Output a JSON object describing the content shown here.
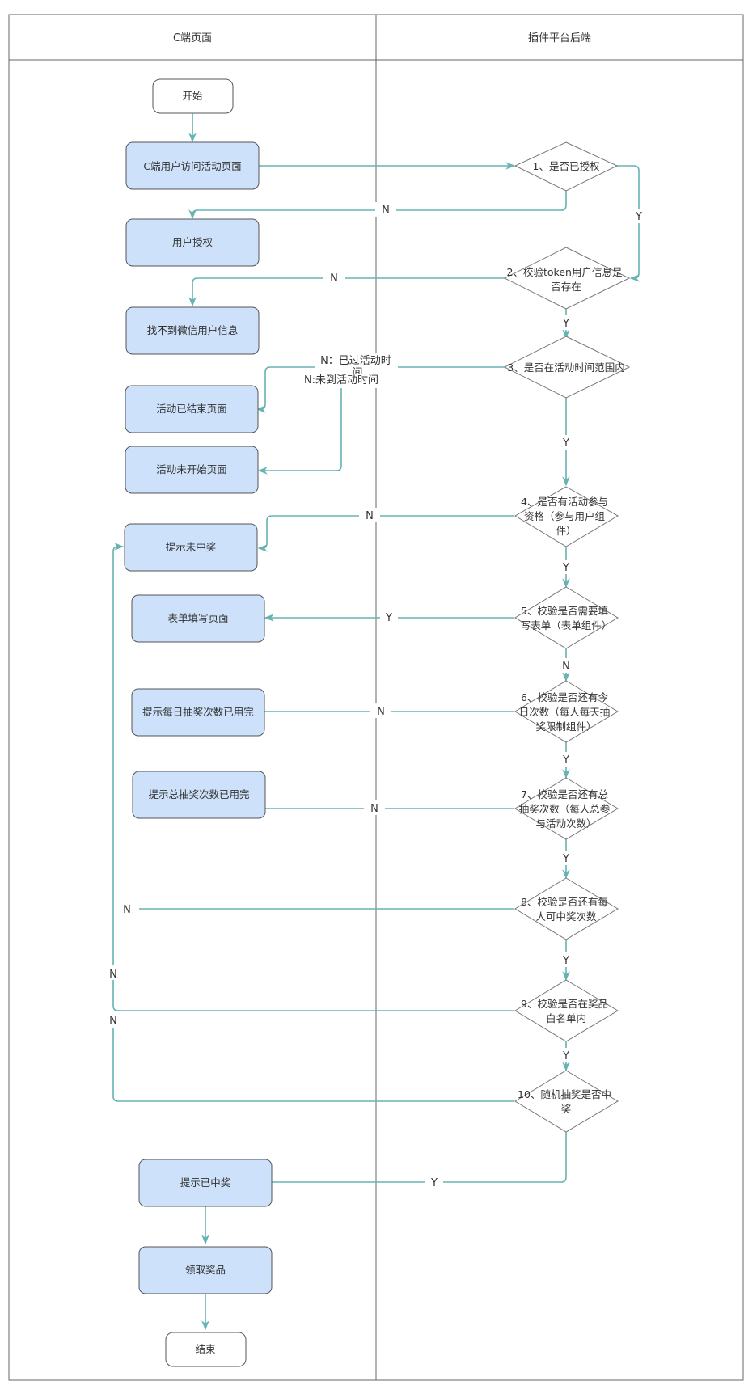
{
  "colors": {
    "flow": "#66b3b3",
    "node_fill": "#cde1fa",
    "node_stroke": "#555555",
    "lane_stroke": "#666666",
    "text": "#333333"
  },
  "lanes": {
    "left": "C端页面",
    "right": "插件平台后端"
  },
  "nodes": {
    "start": "开始",
    "visit": "C端用户访问活动页面",
    "user_auth": "用户授权",
    "no_wechat_user": "找不到微信用户信息",
    "ended_page": "活动已结束页面",
    "not_started_page": "活动未开始页面",
    "no_prize": "提示未中奖",
    "form_page": "表单填写页面",
    "daily_used_up": "提示每日抽奖次数已用完",
    "total_used_up": "提示总抽奖次数已用完",
    "won_prize": "提示已中奖",
    "claim_prize": "领取奖品",
    "end": "结束",
    "d1": [
      "1、是否已授权"
    ],
    "d2": [
      "2、校验token用户信息是",
      "否存在"
    ],
    "d3": [
      "3、是否在活动时间范围内"
    ],
    "d4": [
      "4、是否有活动参与",
      "资格（参与用户组",
      "件）"
    ],
    "d5": [
      "5、校验是否需要填",
      "写表单（表单组件）"
    ],
    "d6": [
      "6、校验是否还有今",
      "日次数（每人每天抽",
      "奖限制组件）"
    ],
    "d7": [
      "7、校验是否还有总",
      "抽奖次数（每人总参",
      "与活动次数）"
    ],
    "d8": [
      "8、校验是否还有每",
      "人可中奖次数"
    ],
    "d9": [
      "9、校验是否在奖品",
      "白名单内"
    ],
    "d10": [
      "10、随机抽奖是否中",
      "奖"
    ]
  },
  "edge_labels": {
    "d1_no": "N",
    "d1_yes": "Y",
    "d2_no": "N",
    "d2_yes": "Y",
    "d3_ended": [
      "N：已过活动时",
      "间"
    ],
    "d3_not_started": "N:未到活动时间",
    "d3_yes": "Y",
    "d4_no": "N",
    "d4_yes": "Y",
    "d5_yes": "Y",
    "d5_no": "N",
    "d6_no": "N",
    "d6_yes": "Y",
    "d7_no": "N",
    "d7_yes": "Y",
    "d8_no": "N",
    "d8_yes": "Y",
    "d9_no": "N",
    "d9_yes": "Y",
    "d10_no": "N",
    "d10_yes": "Y"
  }
}
